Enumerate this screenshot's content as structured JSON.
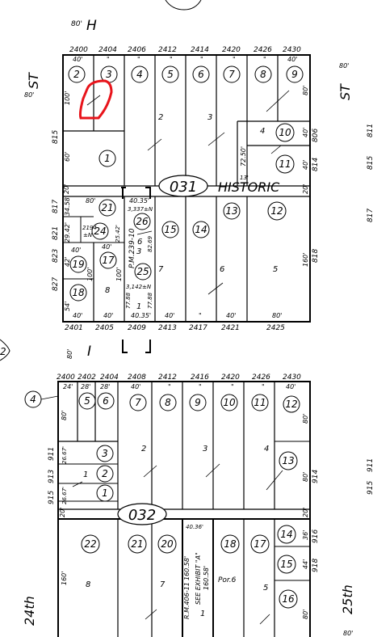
{
  "streets": {
    "h": "H",
    "h_width": "80'",
    "i": "I",
    "i_width": "80'",
    "st_left": "ST",
    "st_left_width": "80'",
    "st_right": "ST",
    "st_right_width": "80'",
    "s24": "24th",
    "s25": "25th",
    "s25_width": "80'",
    "left_circle": "2"
  },
  "top_block": {
    "addresses_top": [
      "2400",
      "2404",
      "2406",
      "2412",
      "2414",
      "2420",
      "2426",
      "2430"
    ],
    "addresses_bottom": [
      "2401",
      "2405",
      "2409",
      "2413",
      "2417",
      "2421",
      "2425"
    ],
    "widths_top": [
      "40'",
      "\"",
      "\"",
      "\"",
      "\"",
      "\"",
      "\"",
      "40'"
    ],
    "widths_bottom": [
      "40'",
      "40'",
      "40.35'",
      "40'",
      "\"",
      "40'",
      "80'"
    ],
    "parcels": [
      "2",
      "3",
      "4",
      "5",
      "6",
      "7",
      "8",
      "9",
      "10",
      "11",
      "1",
      "21",
      "24",
      "26",
      "15",
      "14",
      "13",
      "12",
      "19",
      "17",
      "25",
      "18"
    ],
    "lots": [
      "2",
      "3",
      "4",
      "6",
      "3",
      "1",
      "8",
      "7",
      "6",
      "5"
    ],
    "dims": {
      "d100a": "100'",
      "d60": "60'",
      "d20a": "20'",
      "d20b": "20'",
      "d80a": "80'",
      "d80b": "80'",
      "d40a": "40'",
      "d40b": "40'",
      "d72": "72.50'",
      "d13": "13'",
      "d3458": "34.58'",
      "d2942": "29.42'",
      "d2194": "2194",
      "d2194n": "±N",
      "d2542": "25.42'",
      "d42": "42'",
      "d40c": "40'",
      "d40d": "40'",
      "d100b": "100'",
      "d100c": "100'",
      "d54": "54'",
      "d160": "160'",
      "d4035": "40.35'",
      "d3337": "3,337±N",
      "d8269": "82.69",
      "d3142": "3,142±N",
      "d7788a": "77.88",
      "d7788b": "77.88"
    },
    "pm": "P.M.239-10",
    "map_page": "031",
    "historic": "HISTORIC",
    "addr_left": [
      "815",
      "817",
      "821",
      "823",
      "827"
    ],
    "addr_right": [
      "806",
      "814",
      "818"
    ],
    "addr_far_right": [
      "811",
      "815",
      "817"
    ]
  },
  "bottom_block": {
    "addresses_top": [
      "2400",
      "2402",
      "2404",
      "2408",
      "2412",
      "2416",
      "2420",
      "2426",
      "2430"
    ],
    "widths_top": [
      "24'",
      "28'",
      "28'",
      "40'",
      "\"",
      "\"",
      "\"",
      "\"",
      "40'"
    ],
    "parcels": [
      "4",
      "5",
      "6",
      "7",
      "8",
      "9",
      "10",
      "11",
      "12",
      "3",
      "2",
      "1",
      "13",
      "22",
      "21",
      "20",
      "18",
      "17",
      "14",
      "15",
      "16"
    ],
    "lots": [
      "2",
      "3",
      "4",
      "1",
      "8",
      "7",
      "1",
      "5"
    ],
    "dims": {
      "d80a": "80'",
      "d80b": "80'",
      "d80c": "80'",
      "d80d": "80'",
      "d2667a": "26.67'",
      "d2667b": "26.67'",
      "d20a": "20'",
      "d20b": "20'",
      "d4036": "40.36'",
      "d160": "160'",
      "d36": "36'",
      "d44": "44'"
    },
    "map_page": "032",
    "addr_left": [
      "911",
      "913",
      "915"
    ],
    "addr_right": [
      "914",
      "916",
      "918"
    ],
    "addr_far_right": [
      "911",
      "915"
    ],
    "exhibit": "SEE EXHIBIT \"A\"",
    "rm": "R.M.406-11",
    "d16058a": "160.58'",
    "d16058b": "160.58'",
    "por": "Por.6"
  },
  "annotation_color": "#e8141b"
}
